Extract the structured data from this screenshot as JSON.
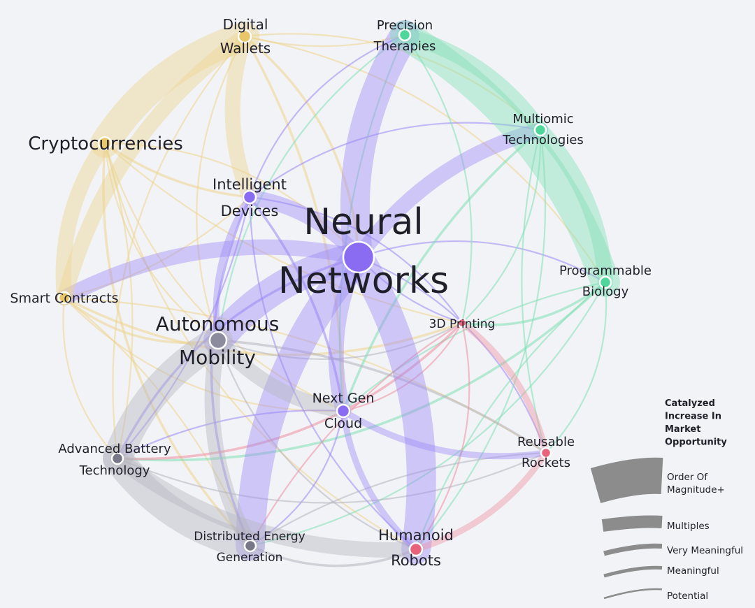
{
  "diagram": {
    "nodes": [
      {
        "id": "neural",
        "lines": [
          "Neural",
          "Networks"
        ],
        "color": "#8a6cf2"
      },
      {
        "id": "autonomous",
        "lines": [
          "Autonomous",
          "Mobility"
        ],
        "color": "#8c8b9e"
      },
      {
        "id": "crypto",
        "lines": [
          "Cryptocurrencies"
        ],
        "color": "#e8c66a"
      },
      {
        "id": "wallets",
        "lines": [
          "Digital",
          "Wallets"
        ],
        "color": "#e8c66a"
      },
      {
        "id": "precision",
        "lines": [
          "Precision",
          "Therapies"
        ],
        "color": "#4fd69b"
      },
      {
        "id": "multiomic",
        "lines": [
          "Multiomic",
          "Technologies"
        ],
        "color": "#4fd69b"
      },
      {
        "id": "programmable",
        "lines": [
          "Programmable",
          "Biology"
        ],
        "color": "#4fd69b"
      },
      {
        "id": "devices",
        "lines": [
          "Intelligent",
          "Devices"
        ],
        "color": "#8a6cf2"
      },
      {
        "id": "smart",
        "lines": [
          "Smart Contracts"
        ],
        "color": "#e8c66a"
      },
      {
        "id": "printing",
        "lines": [
          "3D Printing"
        ],
        "color": "#e8627b"
      },
      {
        "id": "cloud",
        "lines": [
          "Next Gen",
          "Cloud"
        ],
        "color": "#8a6cf2"
      },
      {
        "id": "battery",
        "lines": [
          "Advanced Battery",
          "Technology"
        ],
        "color": "#777788"
      },
      {
        "id": "rockets",
        "lines": [
          "Reusable",
          "Rockets"
        ],
        "color": "#e8627b"
      },
      {
        "id": "energy",
        "lines": [
          "Distributed Energy",
          "Generation"
        ],
        "color": "#777788"
      },
      {
        "id": "humanoid",
        "lines": [
          "Humanoid",
          "Robots"
        ],
        "color": "#e8627b"
      }
    ],
    "edge_colors": {
      "neural": "#9b87f5",
      "autonomous": "#b4b4bf",
      "crypto": "#ecd38c",
      "wallets": "#ecd38c",
      "precision": "#7fe0b5",
      "multiomic": "#7fe0b5",
      "programmable": "#7fe0b5",
      "devices": "#9b87f5",
      "smart": "#ecd38c",
      "printing": "#ee8ea0",
      "cloud": "#9b87f5",
      "battery": "#b4b4bf",
      "rockets": "#ee8ea0",
      "energy": "#b4b4bf",
      "humanoid": "#ee8ea0"
    },
    "major_edges": [
      {
        "source": "neural",
        "target": "humanoid",
        "level": "Order Of Magnitude+"
      },
      {
        "source": "neural",
        "target": "precision",
        "level": "Order Of Magnitude+"
      },
      {
        "source": "neural",
        "target": "energy",
        "level": "Order Of Magnitude+"
      },
      {
        "source": "neural",
        "target": "autonomous",
        "level": "Order Of Magnitude+"
      },
      {
        "source": "neural",
        "target": "multiomic",
        "level": "Multiples"
      },
      {
        "source": "neural",
        "target": "devices",
        "level": "Multiples"
      },
      {
        "source": "neural",
        "target": "cloud",
        "level": "Multiples"
      },
      {
        "source": "neural",
        "target": "smart",
        "level": "Multiples"
      },
      {
        "source": "precision",
        "target": "programmable",
        "level": "Order Of Magnitude+"
      },
      {
        "source": "multiomic",
        "target": "programmable",
        "level": "Multiples"
      },
      {
        "source": "precision",
        "target": "multiomic",
        "level": "Multiples"
      },
      {
        "source": "crypto",
        "target": "wallets",
        "level": "Order Of Magnitude+"
      },
      {
        "source": "crypto",
        "target": "smart",
        "level": "Multiples"
      },
      {
        "source": "wallets",
        "target": "smart",
        "level": "Multiples"
      },
      {
        "source": "wallets",
        "target": "devices",
        "level": "Multiples"
      },
      {
        "source": "autonomous",
        "target": "battery",
        "level": "Order Of Magnitude+"
      },
      {
        "source": "autonomous",
        "target": "energy",
        "level": "Multiples"
      },
      {
        "source": "battery",
        "target": "energy",
        "level": "Order Of Magnitude+"
      },
      {
        "source": "battery",
        "target": "humanoid",
        "level": "Multiples"
      },
      {
        "source": "autonomous",
        "target": "cloud",
        "level": "Multiples"
      },
      {
        "source": "cloud",
        "target": "humanoid",
        "level": "Very Meaningful"
      },
      {
        "source": "cloud",
        "target": "rockets",
        "level": "Very Meaningful"
      },
      {
        "source": "humanoid",
        "target": "rockets",
        "level": "Very Meaningful"
      },
      {
        "source": "printing",
        "target": "rockets",
        "level": "Very Meaningful"
      },
      {
        "source": "devices",
        "target": "autonomous",
        "level": "Very Meaningful"
      }
    ],
    "minor_edges": [
      [
        "crypto",
        "devices"
      ],
      [
        "crypto",
        "neural"
      ],
      [
        "crypto",
        "autonomous"
      ],
      [
        "crypto",
        "battery"
      ],
      [
        "crypto",
        "energy"
      ],
      [
        "crypto",
        "cloud"
      ],
      [
        "crypto",
        "printing"
      ],
      [
        "crypto",
        "humanoid"
      ],
      [
        "wallets",
        "neural"
      ],
      [
        "wallets",
        "precision"
      ],
      [
        "wallets",
        "multiomic"
      ],
      [
        "wallets",
        "autonomous"
      ],
      [
        "wallets",
        "cloud"
      ],
      [
        "wallets",
        "battery"
      ],
      [
        "wallets",
        "programmable"
      ],
      [
        "smart",
        "devices"
      ],
      [
        "smart",
        "autonomous"
      ],
      [
        "smart",
        "battery"
      ],
      [
        "smart",
        "energy"
      ],
      [
        "smart",
        "cloud"
      ],
      [
        "smart",
        "printing"
      ],
      [
        "smart",
        "rockets"
      ],
      [
        "devices",
        "precision"
      ],
      [
        "devices",
        "multiomic"
      ],
      [
        "devices",
        "cloud"
      ],
      [
        "devices",
        "printing"
      ],
      [
        "devices",
        "humanoid"
      ],
      [
        "devices",
        "battery"
      ],
      [
        "devices",
        "energy"
      ],
      [
        "neural",
        "programmable"
      ],
      [
        "neural",
        "printing"
      ],
      [
        "neural",
        "rockets"
      ],
      [
        "neural",
        "battery"
      ],
      [
        "precision",
        "cloud"
      ],
      [
        "precision",
        "printing"
      ],
      [
        "precision",
        "autonomous"
      ],
      [
        "multiomic",
        "cloud"
      ],
      [
        "multiomic",
        "printing"
      ],
      [
        "multiomic",
        "humanoid"
      ],
      [
        "multiomic",
        "rockets"
      ],
      [
        "programmable",
        "printing"
      ],
      [
        "programmable",
        "rockets"
      ],
      [
        "programmable",
        "cloud"
      ],
      [
        "programmable",
        "energy"
      ],
      [
        "programmable",
        "battery"
      ],
      [
        "programmable",
        "humanoid"
      ],
      [
        "autonomous",
        "printing"
      ],
      [
        "autonomous",
        "humanoid"
      ],
      [
        "autonomous",
        "rockets"
      ],
      [
        "printing",
        "cloud"
      ],
      [
        "printing",
        "humanoid"
      ],
      [
        "printing",
        "energy"
      ],
      [
        "printing",
        "battery"
      ],
      [
        "cloud",
        "energy"
      ],
      [
        "cloud",
        "battery"
      ],
      [
        "battery",
        "rockets"
      ],
      [
        "energy",
        "humanoid"
      ],
      [
        "energy",
        "rockets"
      ]
    ]
  },
  "legend": {
    "title_lines": [
      "Catalyzed",
      "Increase In",
      "Market",
      "Opportunity"
    ],
    "levels": [
      {
        "label_lines": [
          "Order Of",
          "Magnitude+"
        ]
      },
      {
        "label_lines": [
          "Multiples"
        ]
      },
      {
        "label_lines": [
          "Very Meaningful"
        ]
      },
      {
        "label_lines": [
          "Meaningful"
        ]
      },
      {
        "label_lines": [
          "Potential"
        ]
      }
    ],
    "color": "#8c8c8c"
  }
}
